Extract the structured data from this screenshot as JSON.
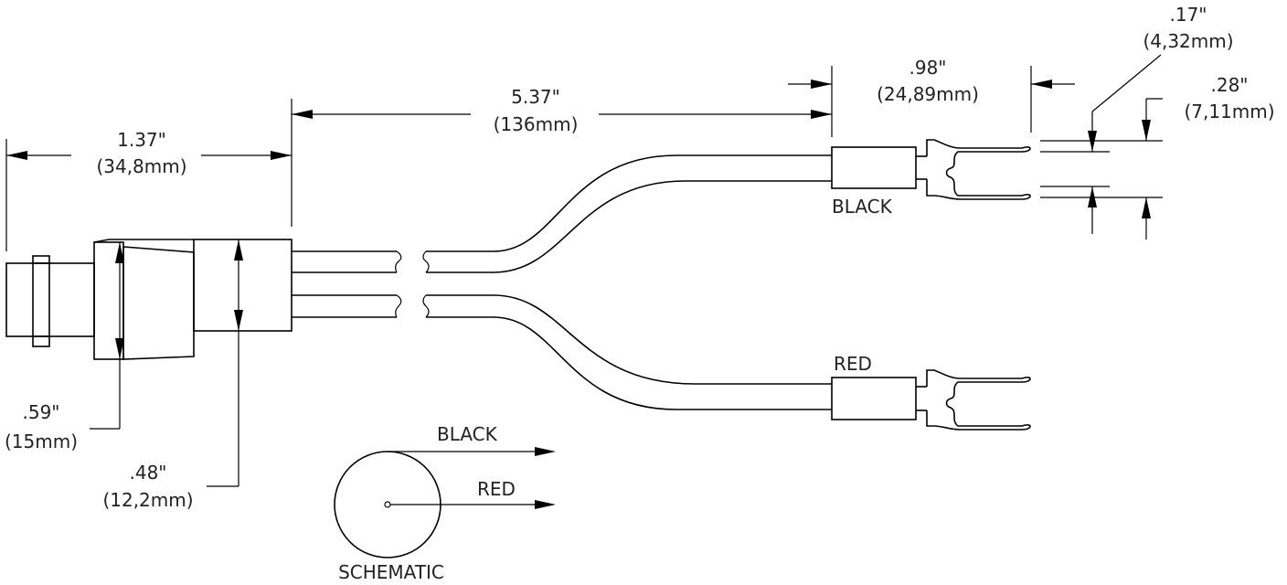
{
  "dimensions": {
    "connector_length": {
      "inches": "1.37\"",
      "mm": "(34,8mm)"
    },
    "cable_length": {
      "inches": "5.37\"",
      "mm": "(136mm)"
    },
    "lug_length": {
      "inches": ".98\"",
      "mm": "(24,89mm)"
    },
    "lug_slot": {
      "inches": ".17\"",
      "mm": "(4,32mm)"
    },
    "lug_width": {
      "inches": ".28\"",
      "mm": "(7,11mm)"
    },
    "connector_diameter": {
      "inches": ".59\"",
      "mm": "(15mm)"
    },
    "body_height": {
      "inches": ".48\"",
      "mm": "(12,2mm)"
    }
  },
  "leads": {
    "black_label": "BLACK",
    "red_label": "RED"
  },
  "schematic": {
    "title": "SCHEMATIC",
    "outer_label": "BLACK",
    "center_label": "RED"
  }
}
